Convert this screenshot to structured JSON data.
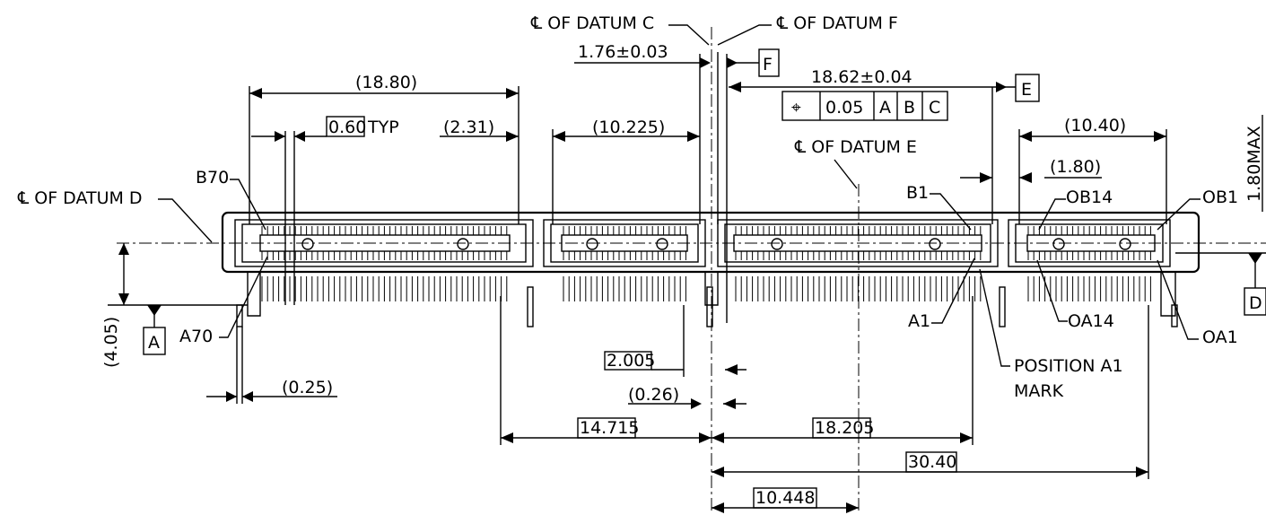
{
  "datum_labels": {
    "center_c": "℄ OF DATUM C",
    "center_f": "℄ OF DATUM F",
    "center_d": "℄ OF DATUM D",
    "center_e": "℄ OF DATUM E",
    "flag_f": "F",
    "flag_e": "E",
    "flag_a": "A",
    "flag_d": "D"
  },
  "dimensions": {
    "d_1_76": "1.76±0.03",
    "d_18_62": "18.62±0.04",
    "d_18_80": "(18.80)",
    "d_0_60": "0.60",
    "typ": "TYP",
    "d_2_31": "(2.31)",
    "d_10_225": "(10.225)",
    "d_10_40": "(10.40)",
    "d_1_80": "(1.80)",
    "d_1_80_max": "1.80MAX",
    "d_4_05": "(4.05)",
    "d_0_25": "(0.25)",
    "d_2_005": "2.005",
    "d_0_26": "(0.26)",
    "d_14_715": "14.715",
    "d_18_205": "18.205",
    "d_30_40": "30.40",
    "d_10_448": "10.448"
  },
  "tolerance_frame": {
    "symbol": "⌖",
    "value": "0.05",
    "ref_a": "A",
    "ref_b": "B",
    "ref_c": "C"
  },
  "pin_labels": {
    "b70": "B70",
    "a70": "A70",
    "b1": "B1",
    "a1": "A1",
    "ob14": "OB14",
    "ob1": "OB1",
    "oa14": "OA14",
    "oa1": "OA1",
    "position_a1": "POSITION A1",
    "mark": "MARK"
  }
}
